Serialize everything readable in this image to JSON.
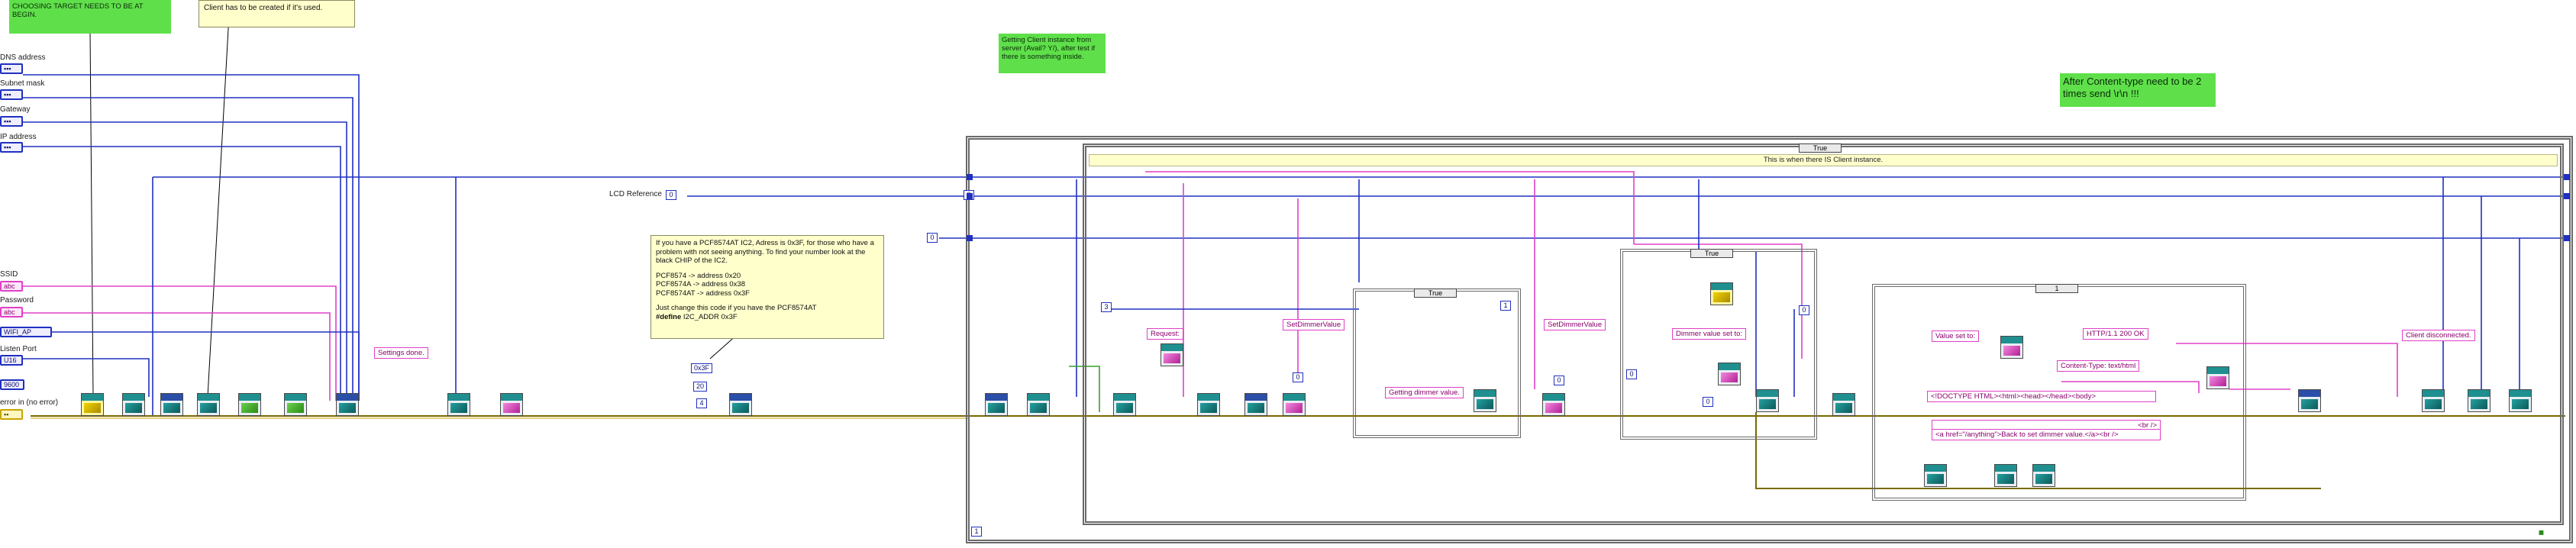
{
  "notes": {
    "choosing_target": "CHOOSING TARGET NEEDS TO BE AT BEGIN.",
    "client_created": "Client has to be created if it's used.",
    "getting_client": "Getting Client instance from server (Avail? Y/), after test if there is something inside.",
    "after_content_type": "After Content-type need to be 2 times send \\r\\n !!!",
    "pcf_info": {
      "line1": "If you have a PCF8574AT IC2, Adress is 0x3F, for those who have a problem with not seeing anything. To find your number look at the black CHIP of the IC2.",
      "line2": "PCF8574 -> address 0x20",
      "line3": "PCF8574A -> address 0x38",
      "line4": "PCF8574AT -> address 0x3F",
      "line5": "Just change this code if you have the PCF8574AT",
      "line6_bold": "#define",
      "line6_rest": " I2C_ADDR 0x3F"
    }
  },
  "controls": {
    "dns_label": "DNS address",
    "subnet_label": "Subnet mask",
    "gateway_label": "Gateway",
    "ip_label": "IP address",
    "ssid_label": "SSID",
    "password_label": "Password",
    "wifi_mode": "WIFI_AP",
    "listen_port_label": "Listen Port",
    "baud_value": "9600",
    "error_in_label": "error in (no error)",
    "lcd_reference_label": "LCD Reference"
  },
  "strings": {
    "settings_done": "Settings done.",
    "request": "Request:",
    "set_dimmer_value": "SetDimmerValue",
    "getting_dimmer": "Getting dimmer value.",
    "set_dimmer_value_2": "SetDimmerValue",
    "dimmer_value_set": "Dimmer value set to:",
    "value_set_to": "Value set to:",
    "http_ok": "HTTP/1.1 200 OK",
    "content_type": "Content-Type: text/html",
    "doctype": "<!DOCTYPE HTML><html><head></head><body>",
    "br": "<br />",
    "back_link": "<a href=\"/anything\">Back to set dimmer value.</a><br />",
    "client_disconnected": "Client disconnected."
  },
  "case_structures": {
    "main_selector": "True",
    "main_banner": "This is when there IS Client instance.",
    "inner1_selector": "True",
    "inner2_selector": "True",
    "inner3_selector": "1"
  },
  "numbers": {
    "n0": "0",
    "n1": "0",
    "n2": "0",
    "n3": "0x3F",
    "n4": "20",
    "n5": "4",
    "n6": "3",
    "n7": "0",
    "n8": "1",
    "n9": "0",
    "n10": "0",
    "n11": "0",
    "n12": "0",
    "n13": "1"
  },
  "colors": {
    "wire_blue": "#2030c0",
    "wire_pink": "#e040c8",
    "wire_yellow": "#c8a400",
    "wire_olive": "#7a6a00",
    "note_green": "#5fe04a",
    "note_yellow": "#ffffcc",
    "case_border": "#6a6a6a"
  }
}
